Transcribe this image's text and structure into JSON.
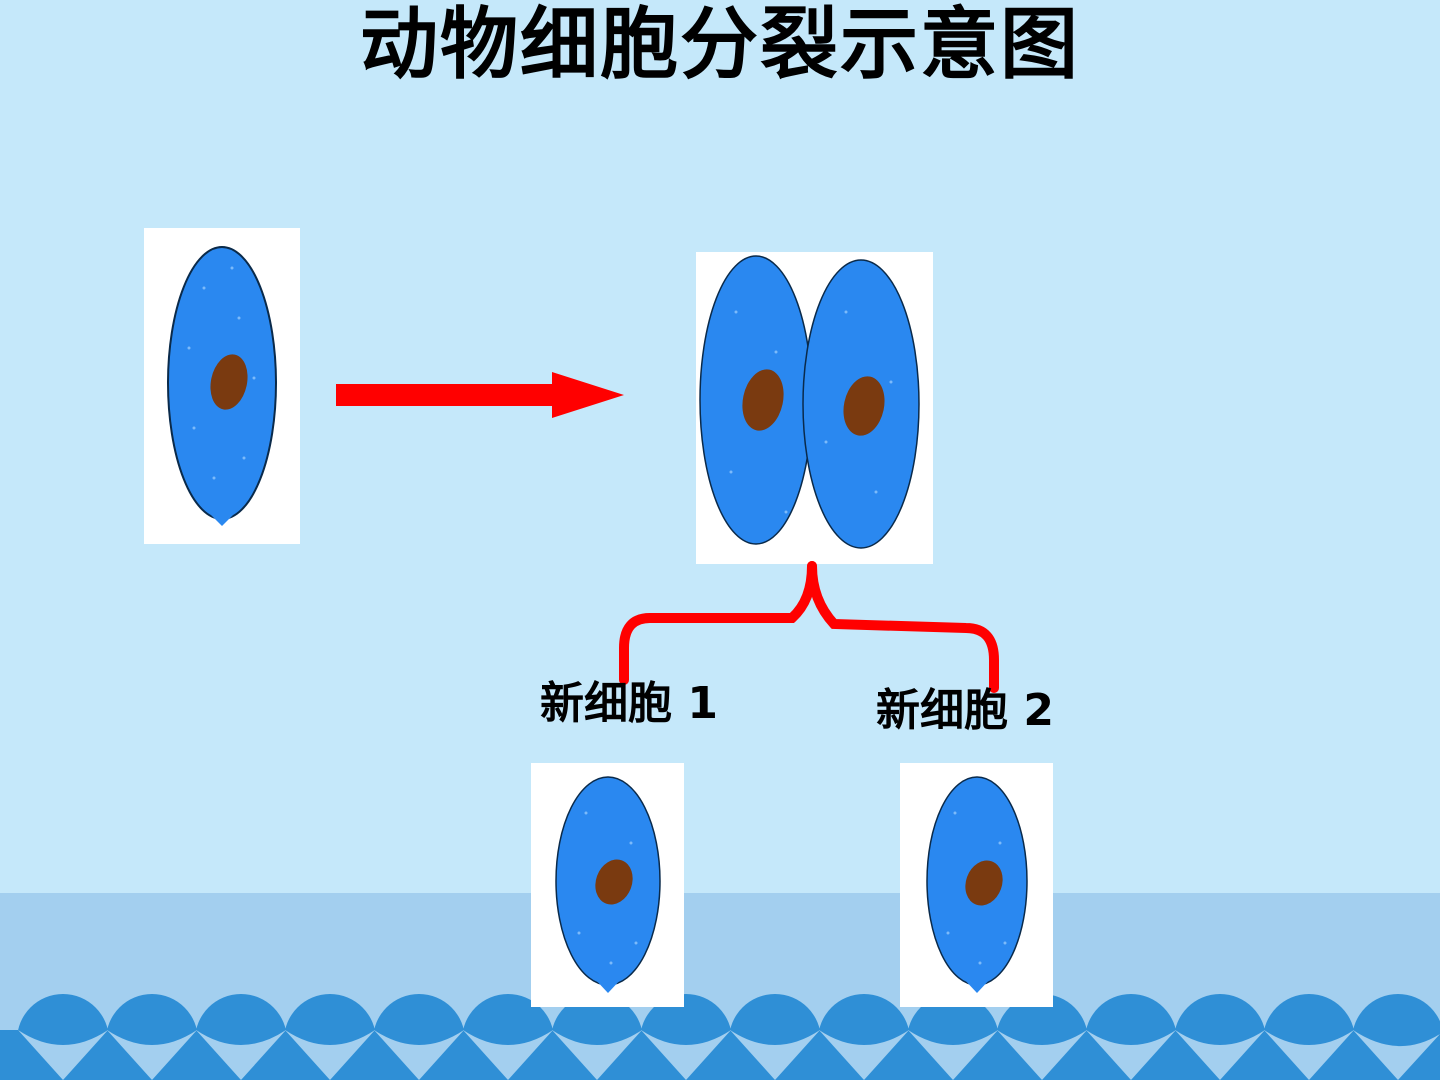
{
  "slide": {
    "title": "动物细胞分裂示意图"
  },
  "labels": {
    "new_cell_1": "新细胞 1",
    "new_cell_2": "新细胞 2"
  },
  "colors": {
    "background": "#c5e8fa",
    "sea": "#a3cfef",
    "wave": "#2f8fd6",
    "cytoplasm": "#2a88f0",
    "nucleus": "#7a3a10",
    "arrow": "#ff0000"
  }
}
